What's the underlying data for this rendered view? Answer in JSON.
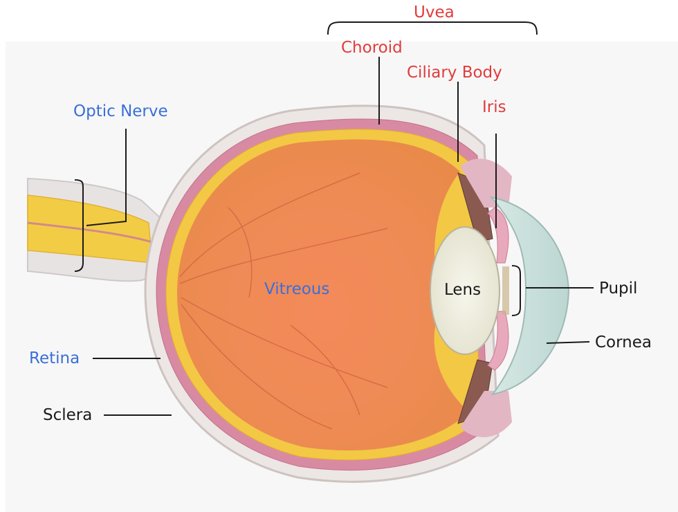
{
  "labels": {
    "uvea": "Uvea",
    "choroid": "Choroid",
    "ciliary_body": "Ciliary Body",
    "iris": "Iris",
    "optic_nerve": "Optic Nerve",
    "vitreous": "Vitreous",
    "lens": "Lens",
    "pupil": "Pupil",
    "cornea": "Cornea",
    "retina": "Retina",
    "sclera": "Sclera"
  },
  "colors": {
    "uvea_labels": "#e23b3b",
    "retina_labels": "#3a6fd8",
    "other_labels": "#1a1a1a",
    "vitreous": "#ef8a52",
    "retina_layer": "#f3c844",
    "choroid_layer": "#d98aa3",
    "sclera": "#ece6e4",
    "cornea": "#cfe3e0",
    "lens": "#efeede"
  }
}
